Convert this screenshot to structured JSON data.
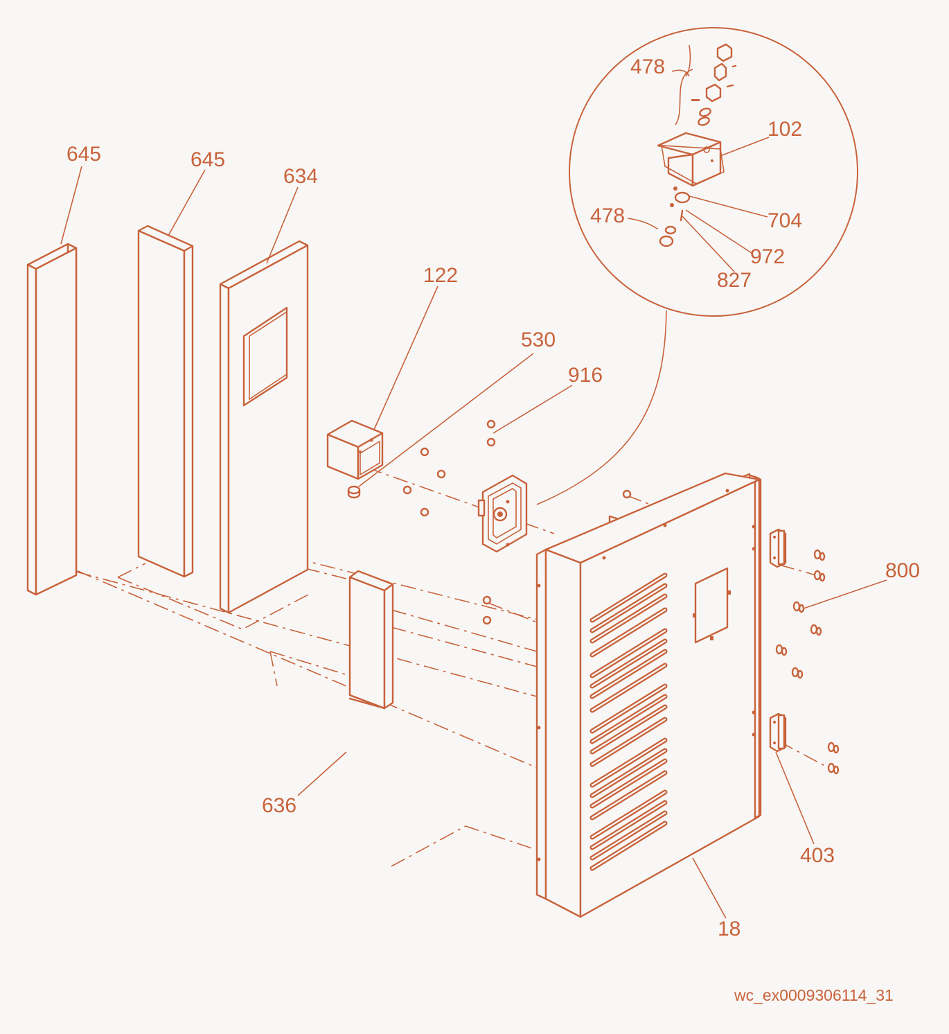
{
  "diagram": {
    "accent_color": "#c8623a",
    "background_color": "#f9f7f6",
    "footer_code": "wc_ex0009306114_31",
    "labels": {
      "l645a": "645",
      "l645b": "645",
      "l634": "634",
      "l122": "122",
      "l530": "530",
      "l916": "916",
      "l478a": "478",
      "l102": "102",
      "l478b": "478",
      "l704": "704",
      "l972": "972",
      "l827": "827",
      "l800": "800",
      "l636": "636",
      "l403": "403",
      "l18": "18"
    }
  }
}
